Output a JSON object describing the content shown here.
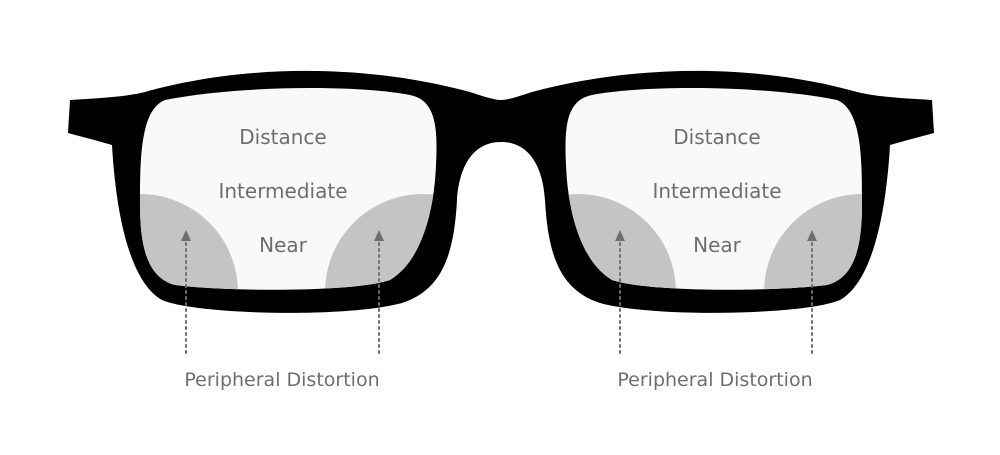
{
  "diagram": {
    "left_lens": {
      "zones": {
        "distance": "Distance",
        "intermediate": "Intermediate",
        "near": "Near"
      },
      "callout": "Peripheral Distortion"
    },
    "right_lens": {
      "zones": {
        "distance": "Distance",
        "intermediate": "Intermediate",
        "near": "Near"
      },
      "callout": "Peripheral Distortion"
    },
    "colors": {
      "frame": "#000000",
      "lens": "#f9f9f9",
      "distortion_zone": "#c4c4c4",
      "text": "#6e6e6e",
      "arrow": "#6e6e6e"
    }
  }
}
